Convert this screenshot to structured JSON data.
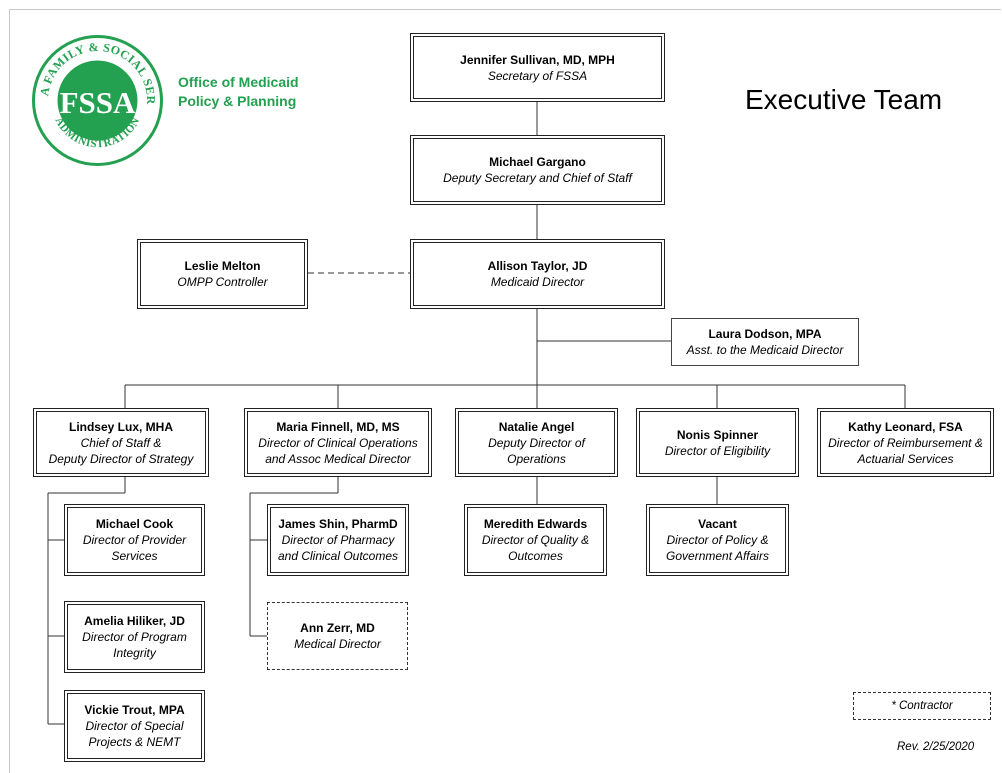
{
  "header": {
    "office_line1": "Office of Medicaid",
    "office_line2": "Policy & Planning",
    "title": "Executive Team"
  },
  "logo": {
    "arc_text_top": "INDIANA FAMILY & SOCIAL SERVICES",
    "arc_text_bottom": "ADMINISTRATION",
    "letters": "FSSA",
    "color": "#23a050"
  },
  "people": {
    "secretary": {
      "name": "Jennifer Sullivan, MD, MPH",
      "title": "Secretary of FSSA"
    },
    "deputy_secretary": {
      "name": "Michael Gargano",
      "title": "Deputy Secretary and Chief of Staff"
    },
    "controller": {
      "name": "Leslie Melton",
      "title": "OMPP Controller"
    },
    "medicaid_director": {
      "name": "Allison Taylor, JD",
      "title": "Medicaid Director"
    },
    "assistant": {
      "name": "Laura Dodson, MPA",
      "title": "Asst. to the Medicaid Director"
    },
    "chief_of_staff": {
      "name": "Lindsey Lux, MHA",
      "title_line1": "Chief of Staff &",
      "title_line2": "Deputy Director of Strategy"
    },
    "clinical_director": {
      "name": "Maria Finnell, MD, MS",
      "title_line1": "Director of Clinical Operations",
      "title_line2": "and Assoc Medical Director"
    },
    "deputy_ops": {
      "name": "Natalie Angel",
      "title_line1": "Deputy Director of",
      "title_line2": "Operations"
    },
    "eligibility": {
      "name": "Nonis Spinner",
      "title": "Director of Eligibility"
    },
    "reimbursement": {
      "name": "Kathy Leonard, FSA",
      "title_line1": "Director of Reimbursement &",
      "title_line2": "Actuarial Services"
    },
    "provider_services": {
      "name": "Michael Cook",
      "title_line1": "Director of Provider",
      "title_line2": "Services"
    },
    "program_integrity": {
      "name": "Amelia Hiliker, JD",
      "title_line1": "Director of Program",
      "title_line2": "Integrity"
    },
    "special_projects": {
      "name": "Vickie Trout, MPA",
      "title_line1": "Director of Special",
      "title_line2": "Projects & NEMT"
    },
    "pharmacy": {
      "name": "James Shin, PharmD",
      "title_line1": "Director of Pharmacy",
      "title_line2": "and Clinical Outcomes"
    },
    "medical_director": {
      "name": "Ann Zerr, MD",
      "title": "Medical Director"
    },
    "quality": {
      "name": "Meredith Edwards",
      "title_line1": "Director of Quality &",
      "title_line2": "Outcomes"
    },
    "policy": {
      "name": "Vacant",
      "title_line1": "Director of Policy &",
      "title_line2": "Government Affairs"
    }
  },
  "legend": {
    "contractor_label": "* Contractor"
  },
  "footer": {
    "revision": "Rev. 2/25/2020"
  }
}
